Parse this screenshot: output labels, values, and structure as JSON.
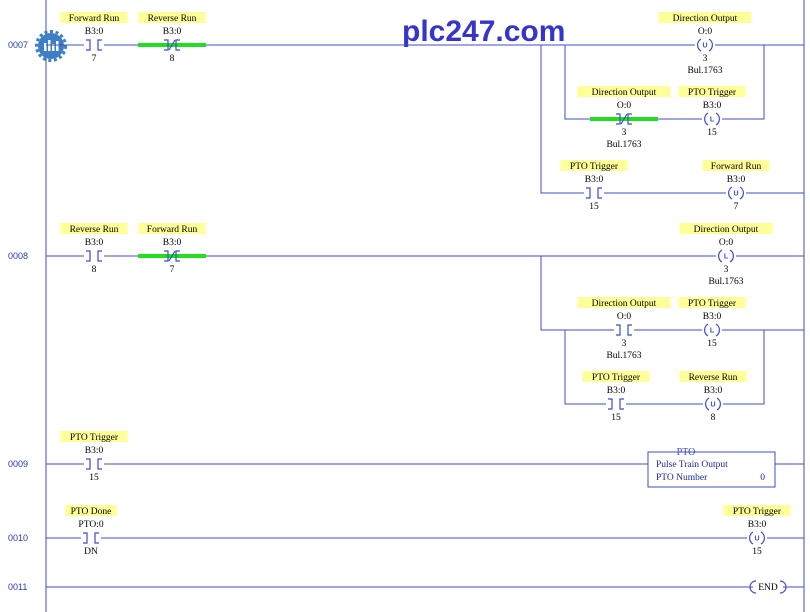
{
  "brand": {
    "text": "plc247.com",
    "color": "#3535c8"
  },
  "colors": {
    "wire": "#3c4cc8",
    "label_bg": "#ffff99",
    "energized": "#22dd22"
  },
  "rungs": [
    {
      "number": "0007",
      "elements": [
        {
          "kind": "xic",
          "label": "Forward Run",
          "address": "B3:0",
          "bit": "7",
          "energized": false
        },
        {
          "kind": "xio",
          "label": "Reverse Run",
          "address": "B3:0",
          "bit": "8",
          "energized": true
        },
        {
          "kind": "coil",
          "coil": "U",
          "label": "Direction Output",
          "address": "O:0",
          "bit": "3",
          "note": "Bul.1763"
        },
        {
          "kind": "xio",
          "label": "Direction Output",
          "address": "O:0",
          "bit": "3",
          "note": "Bul.1763",
          "energized": true
        },
        {
          "kind": "coil",
          "coil": "L",
          "label": "PTO Trigger",
          "address": "B3:0",
          "bit": "15"
        },
        {
          "kind": "xic",
          "label": "PTO Trigger",
          "address": "B3:0",
          "bit": "15",
          "energized": false
        },
        {
          "kind": "coil",
          "coil": "U",
          "label": "Forward Run",
          "address": "B3:0",
          "bit": "7"
        }
      ]
    },
    {
      "number": "0008",
      "elements": [
        {
          "kind": "xic",
          "label": "Reverse Run",
          "address": "B3:0",
          "bit": "8",
          "energized": false
        },
        {
          "kind": "xio",
          "label": "Forward Run",
          "address": "B3:0",
          "bit": "7",
          "energized": true
        },
        {
          "kind": "coil",
          "coil": "L",
          "label": "Direction Output",
          "address": "O:0",
          "bit": "3",
          "note": "Bul.1763"
        },
        {
          "kind": "xic",
          "label": "Direction Output",
          "address": "O:0",
          "bit": "3",
          "note": "Bul.1763",
          "energized": false
        },
        {
          "kind": "coil",
          "coil": "L",
          "label": "PTO Trigger",
          "address": "B3:0",
          "bit": "15"
        },
        {
          "kind": "xic",
          "label": "PTO Trigger",
          "address": "B3:0",
          "bit": "15",
          "energized": false
        },
        {
          "kind": "coil",
          "coil": "U",
          "label": "Reverse Run",
          "address": "B3:0",
          "bit": "8"
        }
      ]
    },
    {
      "number": "0009",
      "elements": [
        {
          "kind": "xic",
          "label": "PTO Trigger",
          "address": "B3:0",
          "bit": "15",
          "energized": false
        },
        {
          "kind": "box",
          "title": "PTO",
          "line1": "Pulse Train Output",
          "param_label": "PTO Number",
          "param_value": "0"
        }
      ]
    },
    {
      "number": "0010",
      "elements": [
        {
          "kind": "xic",
          "label": "PTO Done",
          "address": "PTO:0",
          "bit": "DN",
          "energized": false
        },
        {
          "kind": "coil",
          "coil": "U",
          "label": "PTO Trigger",
          "address": "B3:0",
          "bit": "15"
        }
      ]
    },
    {
      "number": "0011",
      "elements": [
        {
          "kind": "end",
          "label": "END"
        }
      ]
    }
  ]
}
